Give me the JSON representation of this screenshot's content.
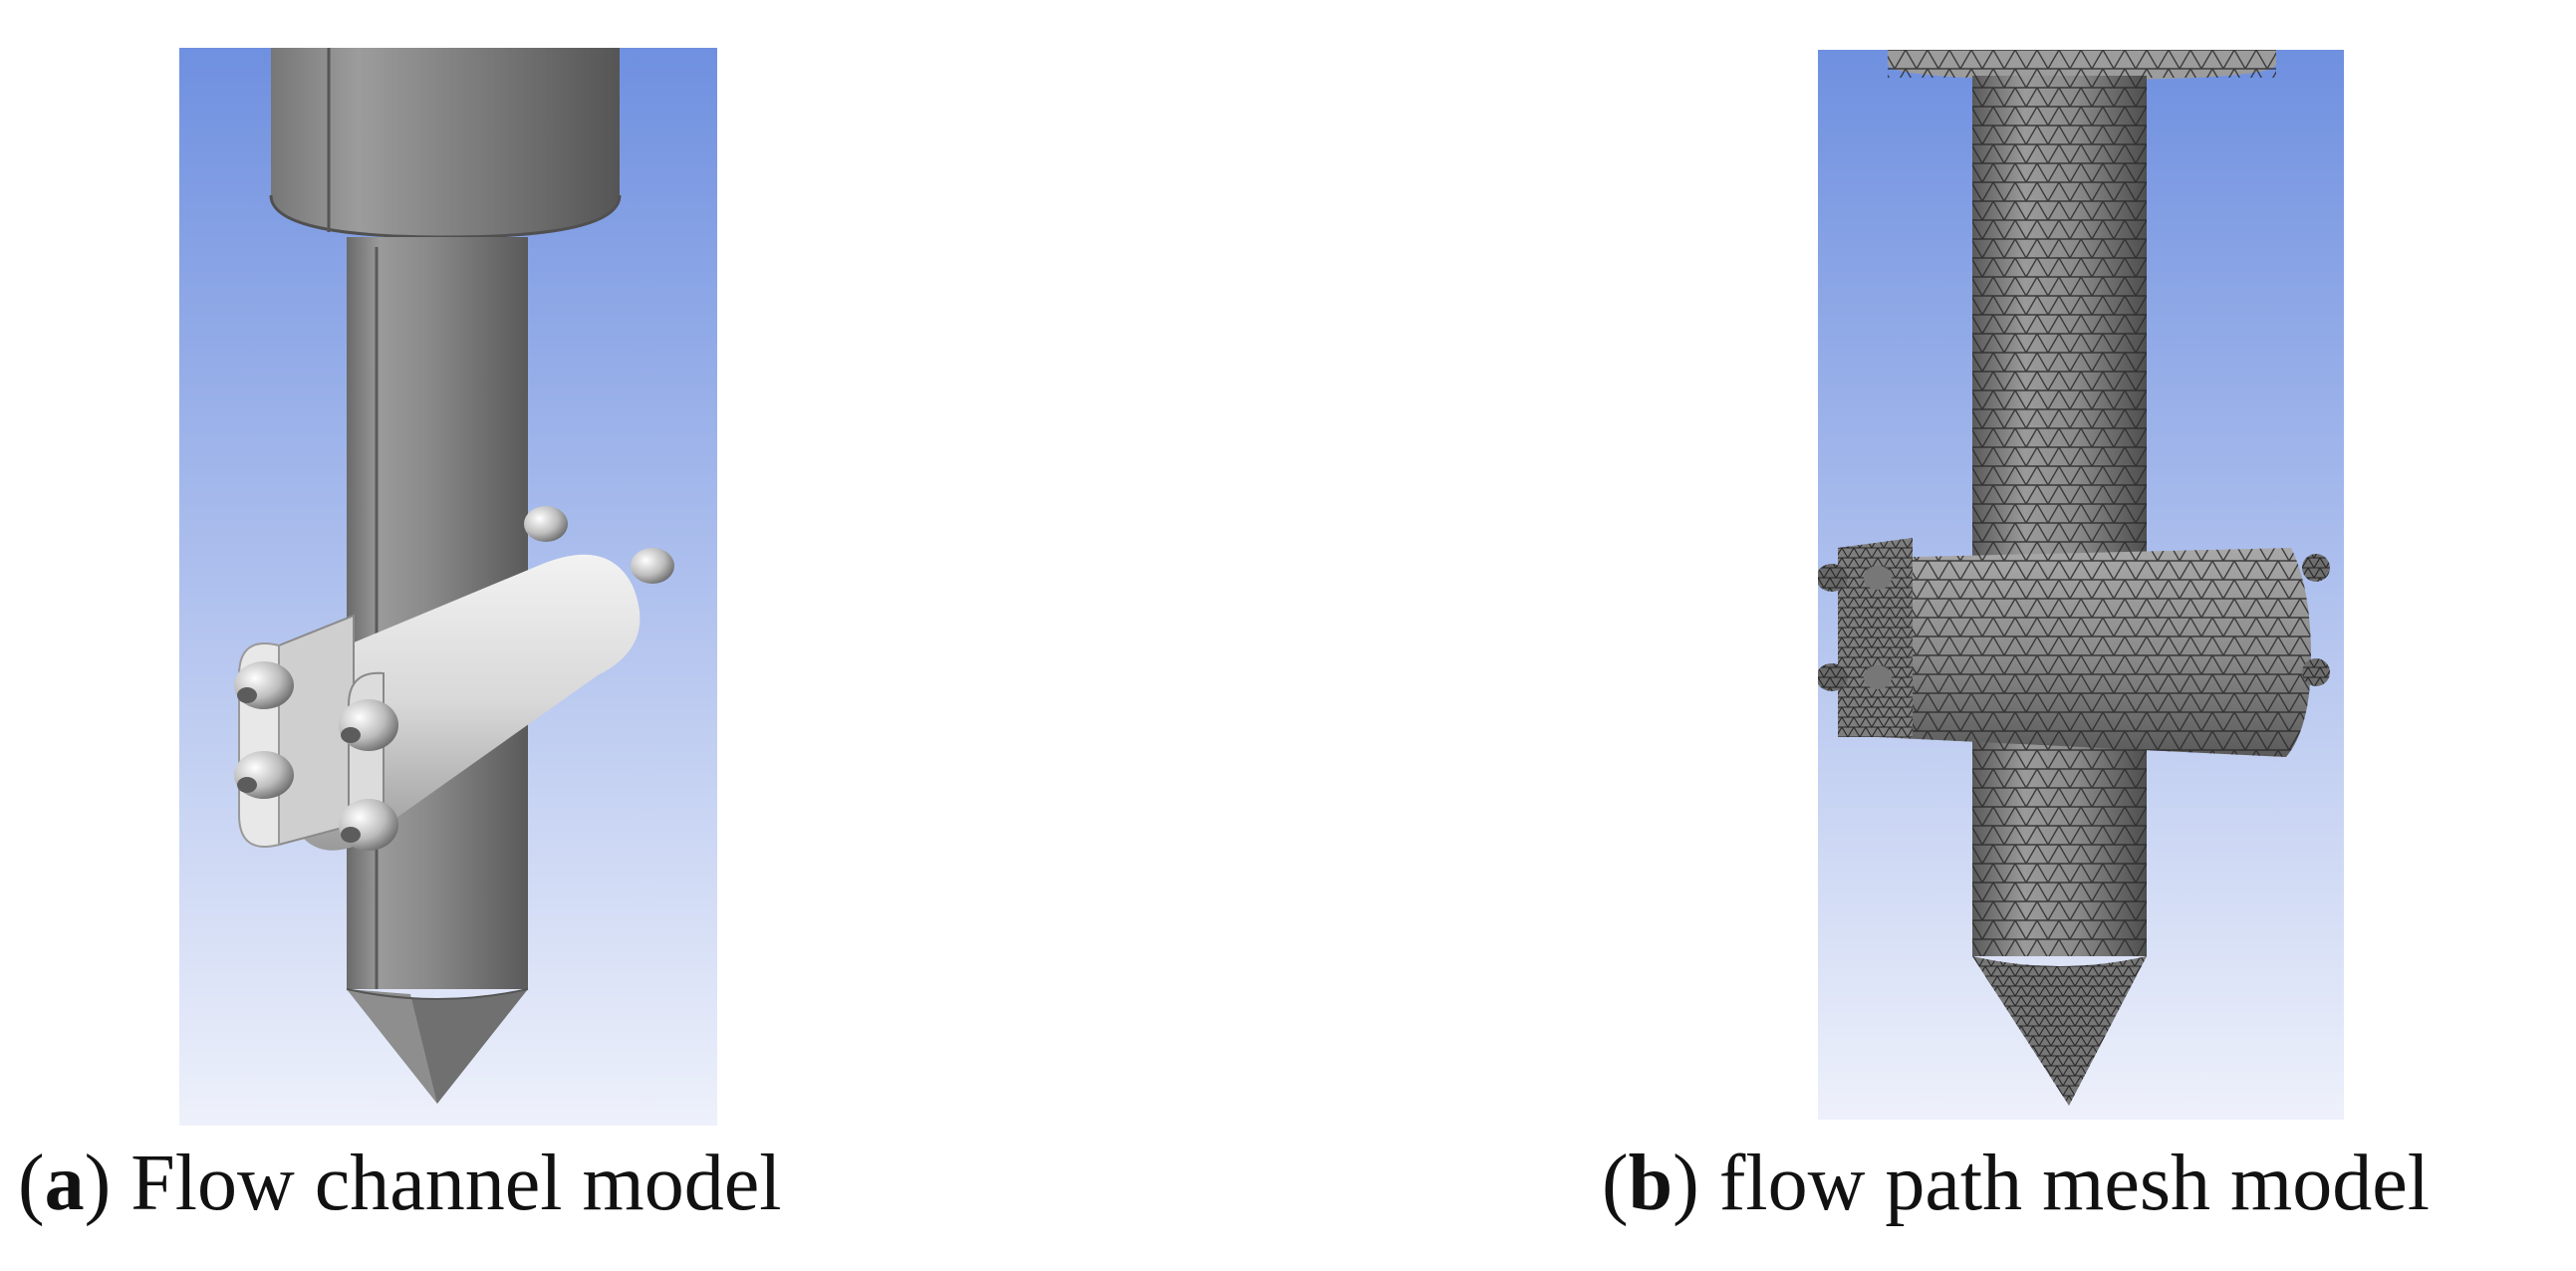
{
  "figure": {
    "panels": [
      {
        "id": "a",
        "letter": "a",
        "caption_text": "Flow channel model",
        "render": "solid-shaded-geometry",
        "background_gradient": [
          "#6f90e0",
          "#eef1fb"
        ],
        "body_color": "#8c8c8c"
      },
      {
        "id": "b",
        "letter": "b",
        "caption_text": "flow path mesh model",
        "render": "triangular-surface-mesh",
        "background_gradient": [
          "#6f90e0",
          "#eef1fb"
        ],
        "body_color": "#8a8a8a",
        "mesh_color": "#2a2a2a"
      }
    ]
  }
}
